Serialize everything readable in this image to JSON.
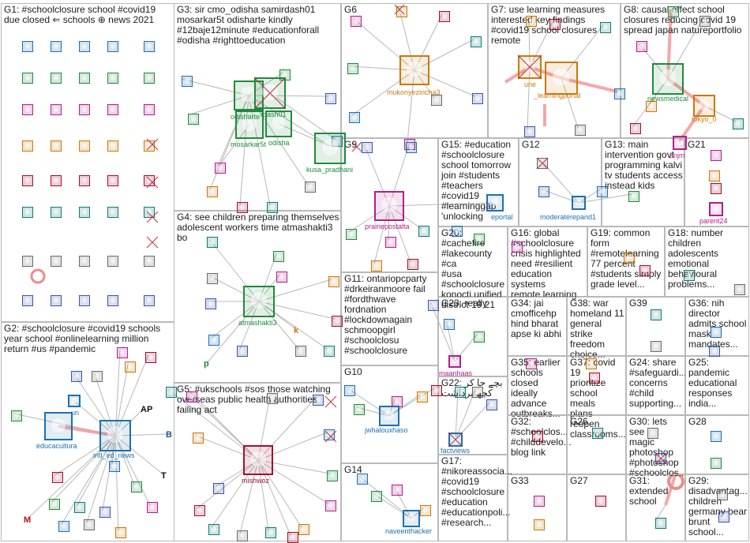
{
  "panels": [
    {
      "id": "G1",
      "lines": [
        "G1: #schoolclosure school #covid19",
        "due closed ⇐ schools ⊕ news 2021"
      ]
    },
    {
      "id": "G3",
      "lines": [
        "G3: sir cmo_odisha samirdash01",
        "mosarkar5t odisharte kindly",
        "#12baje12minute #educationforall",
        "#odisha #righttoeducation"
      ]
    },
    {
      "id": "G6",
      "lines": [
        "G6"
      ]
    },
    {
      "id": "G7",
      "lines": [
        "G7: use learning measures",
        "interested key findings",
        "#covid19 school closures",
        "remote"
      ]
    },
    {
      "id": "G8",
      "lines": [
        "G8: causal effect school",
        "closures reducing covid 19",
        "spread japan natureportfolio"
      ]
    },
    {
      "id": "G9",
      "lines": [
        "G9"
      ]
    },
    {
      "id": "G15",
      "lines": [
        "G15: #education",
        "#schoolclosure",
        "school tomorrow",
        "join #students",
        "#teachers",
        "#covid19",
        "#learninggap",
        "'unlocking"
      ]
    },
    {
      "id": "G12",
      "lines": [
        "G12"
      ]
    },
    {
      "id": "G13",
      "lines": [
        "G13: main",
        "intervention govt",
        "programming kalvi",
        "tv students access",
        "instead kids"
      ]
    },
    {
      "id": "G21",
      "lines": [
        "G21"
      ]
    },
    {
      "id": "G4",
      "lines": [
        "G4: see children preparing themselves",
        "adolescent workers time atmashakti3",
        "bo"
      ]
    },
    {
      "id": "G20",
      "lines": [
        "G20: #cachefire",
        "#lakecounty #ca",
        "#usa",
        "#schoolclosure",
        "konocti unified",
        "district 19 21"
      ]
    },
    {
      "id": "G16",
      "lines": [
        "G16: global",
        "#schoolclosure",
        "crisis highlighted",
        "need #resilient",
        "education systems",
        "remote learning"
      ]
    },
    {
      "id": "G19",
      "lines": [
        "G19: common",
        "form",
        "#remotelearning",
        "77 percent",
        "#students simply",
        "grade level..."
      ]
    },
    {
      "id": "G18",
      "lines": [
        "G18: number",
        "children",
        "adolescents",
        "emotional",
        "behavioural",
        "problems..."
      ]
    },
    {
      "id": "G11",
      "lines": [
        "G11: ontariopcparty",
        "#drkeiranmoore fail",
        "#fordthwave",
        "fordnation",
        "#lockdownagain",
        "schmoopgirl",
        "#schoolclosu",
        "#schoolclosure"
      ]
    },
    {
      "id": "G23",
      "lines": [
        "G23: really"
      ]
    },
    {
      "id": "G34",
      "lines": [
        "G34: jai",
        "cmofficehp",
        "hind bharat",
        "apse ki abhi"
      ]
    },
    {
      "id": "G38",
      "lines": [
        "G38: war",
        "homeland 11",
        "general strike",
        "freedom",
        "choice..."
      ]
    },
    {
      "id": "G39",
      "lines": [
        "G39"
      ]
    },
    {
      "id": "G36",
      "lines": [
        "G36: nih",
        "director",
        "admits school",
        "mask",
        "mandates..."
      ]
    },
    {
      "id": "G2",
      "lines": [
        "G2: #schoolclosure #covid19 schools",
        "year school #onlinelearning million",
        "return #us #pandemic"
      ]
    },
    {
      "id": "G10",
      "lines": [
        "G10"
      ]
    },
    {
      "id": "G35",
      "lines": [
        "G35: earlier",
        "schools",
        "closed ideally",
        "advance",
        "outbreaks..."
      ]
    },
    {
      "id": "G37",
      "lines": [
        "G37: covid 19",
        "prioritize",
        "school meals",
        "plans reopen",
        "classrooms..."
      ]
    },
    {
      "id": "G24",
      "lines": [
        "G24: share",
        "#safeguardi...",
        "concerns",
        "#child",
        "supporting..."
      ]
    },
    {
      "id": "G25",
      "lines": [
        "G25:",
        "pandemic",
        "educational",
        "responses",
        "india..."
      ]
    },
    {
      "id": "G5",
      "lines": [
        "G5: #ukschools #sos those watching",
        "overseas public health authorities",
        "failing act"
      ]
    },
    {
      "id": "G22",
      "lines": [
        "G22: بچے جا کر",
        "کچھ برداشت"
      ]
    },
    {
      "id": "G32",
      "lines": [
        "G32:",
        "#schoolclos...",
        "#childdevelo...",
        "blog link"
      ]
    },
    {
      "id": "G26",
      "lines": [
        "G26"
      ]
    },
    {
      "id": "G30",
      "lines": [
        "G30: lets see",
        "magic",
        "photoshop",
        "#photoshop",
        "#schoolclos..."
      ]
    },
    {
      "id": "G28",
      "lines": [
        "G28"
      ]
    },
    {
      "id": "G14",
      "lines": [
        "G14"
      ]
    },
    {
      "id": "G17",
      "lines": [
        "G17:",
        "#nikoreassocia...",
        "#covid19",
        "#schoolclosure",
        "#education",
        "#educationpoli...",
        "#research..."
      ]
    },
    {
      "id": "G33",
      "lines": [
        "G33"
      ]
    },
    {
      "id": "G27",
      "lines": [
        "G27"
      ]
    },
    {
      "id": "G31",
      "lines": [
        "G31:",
        "extended",
        "school"
      ]
    },
    {
      "id": "G29",
      "lines": [
        "G29:",
        "disadvantag...",
        "children",
        "germany bear",
        "brunt school..."
      ]
    }
  ],
  "nodes": [
    {
      "id": "odisharte",
      "label": "odisharte"
    },
    {
      "id": "samirdash01",
      "label": "rdash01"
    },
    {
      "id": "mosarkar5t",
      "label": "mosarkar5t"
    },
    {
      "id": "odisha",
      "label": "odisha"
    },
    {
      "id": "kusa_pradhani",
      "label": "kusa_pradhani"
    },
    {
      "id": "mukonyezi",
      "label": "mukonyeziricha3"
    },
    {
      "id": "une",
      "label": "une"
    },
    {
      "id": "learningportal",
      "label": "_learningportal"
    },
    {
      "id": "newsmedical",
      "label": "newsmedical"
    },
    {
      "id": "tokyo",
      "label": "tokyo_0"
    },
    {
      "id": "anjm",
      "label": "anjm"
    },
    {
      "id": "prairiepostalta",
      "label": "prairiepostalta"
    },
    {
      "id": "eportal",
      "label": "eportal"
    },
    {
      "id": "moderaterepand1",
      "label": "moderaterepand1"
    },
    {
      "id": "parent24",
      "label": "parent24"
    },
    {
      "id": "atmashakti3",
      "label": "atmashakti3"
    },
    {
      "id": "maanhaas",
      "label": "maanhaas"
    },
    {
      "id": "educacultura",
      "label": "educacultura"
    },
    {
      "id": "intl_ed_news",
      "label": "intl_ed_news"
    },
    {
      "id": "un",
      "label": "un"
    },
    {
      "id": "jwhalouxhaso",
      "label": "jwhalouxhaso"
    },
    {
      "id": "factviews",
      "label": "factviews"
    },
    {
      "id": "mishwoz",
      "label": "mishwoz"
    },
    {
      "id": "naveenthacker",
      "label": "naveenthacker"
    }
  ],
  "tags": [
    {
      "id": "ap",
      "text": "AP"
    },
    {
      "id": "b",
      "text": "B"
    },
    {
      "id": "t",
      "text": "T"
    },
    {
      "id": "m",
      "text": "M"
    },
    {
      "id": "p",
      "text": "p"
    },
    {
      "id": "k",
      "text": "k"
    }
  ],
  "colors": {
    "panel_border": "#b9b9b9",
    "edge": "#9a9a9a",
    "edge_highlight": "#f08a8a",
    "label_blue": "#1f6fb0",
    "label_green": "#1f8a3c",
    "label_orange": "#c77a0a",
    "label_red": "#a01030",
    "label_magenta": "#b0208a",
    "label_teal": "#0f7a7a"
  }
}
